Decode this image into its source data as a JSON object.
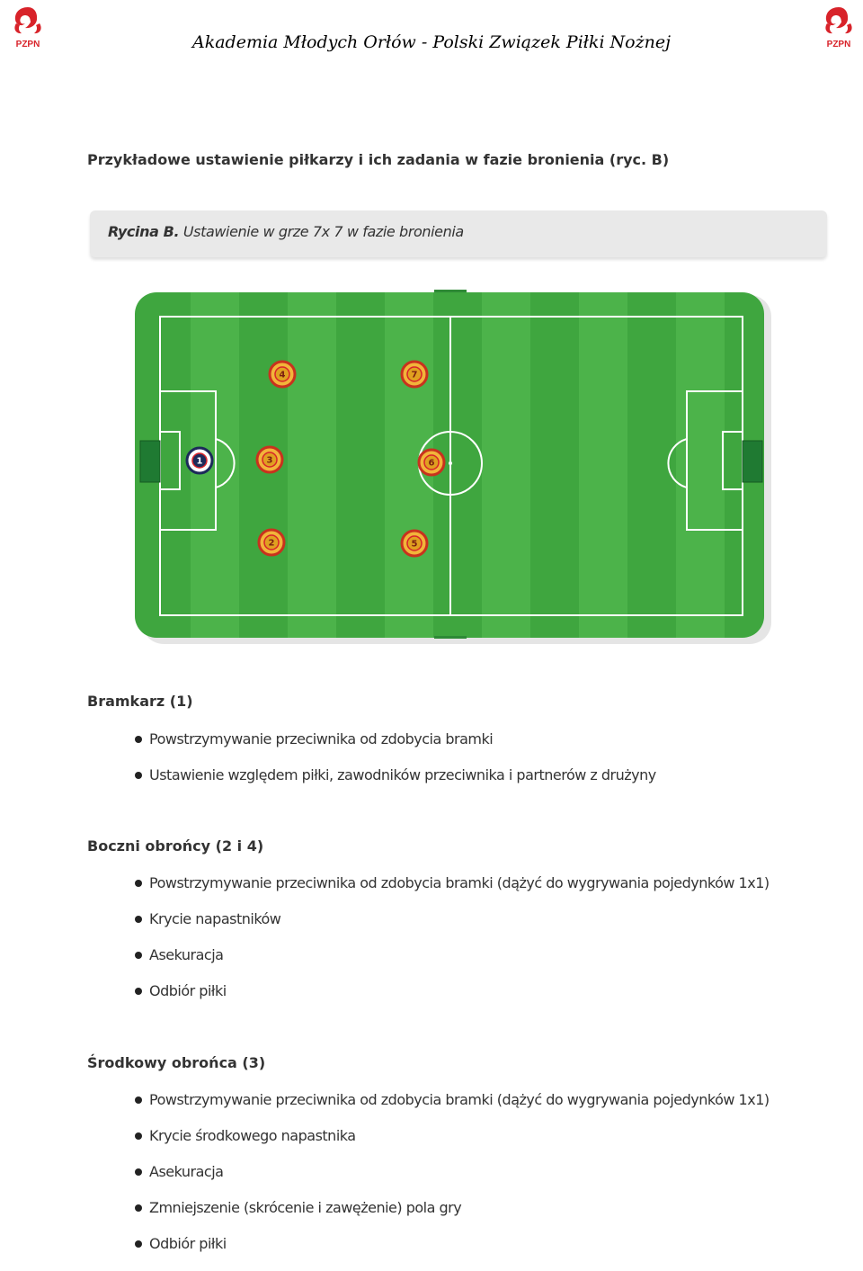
{
  "header": {
    "title": "Akademia Młodych Orłów - Polski Związek Piłki Nożnej",
    "logo_left": {
      "icon": "pzpn-eagle-logo",
      "text": "PZPN"
    },
    "logo_right": {
      "icon": "pzpn-eagle-logo",
      "text": "PZPN"
    }
  },
  "section_title": "Przykładowe ustawienie piłkarzy i ich zadania w fazie bronienia (ryc. B)",
  "figure": {
    "label": "Rycina B.",
    "caption": "Ustawienie w grze 7x 7 w fazie bronienia",
    "pitch_color": "#3fa63f",
    "pitch_stripe_color": "#4cb34a",
    "goalkeeper_color": "#1c2a5a",
    "player_color": "#e0a020",
    "players": [
      {
        "number": "1",
        "role": "goalkeeper"
      },
      {
        "number": "2",
        "role": "field"
      },
      {
        "number": "3",
        "role": "field"
      },
      {
        "number": "4",
        "role": "field"
      },
      {
        "number": "5",
        "role": "field"
      },
      {
        "number": "6",
        "role": "field"
      },
      {
        "number": "7",
        "role": "field"
      }
    ]
  },
  "roles": [
    {
      "title": "Bramkarz (1)",
      "tasks": [
        "Powstrzymywanie przeciwnika od zdobycia bramki",
        "Ustawienie względem piłki, zawodników przeciwnika i partnerów z drużyny"
      ]
    },
    {
      "title": "Boczni obrońcy (2 i 4)",
      "tasks": [
        "Powstrzymywanie przeciwnika od zdobycia bramki (dążyć do wygrywania pojedynków 1x1)",
        "Krycie napastników",
        "Asekuracja",
        "Odbiór piłki"
      ]
    },
    {
      "title": "Środkowy obrońca (3)",
      "tasks": [
        "Powstrzymywanie przeciwnika od zdobycia bramki (dążyć do wygrywania pojedynków 1x1)",
        "Krycie środkowego napastnika",
        "Asekuracja",
        "Zmniejszenie (skrócenie i zawężenie) pola gry",
        "Odbiór piłki"
      ]
    }
  ]
}
